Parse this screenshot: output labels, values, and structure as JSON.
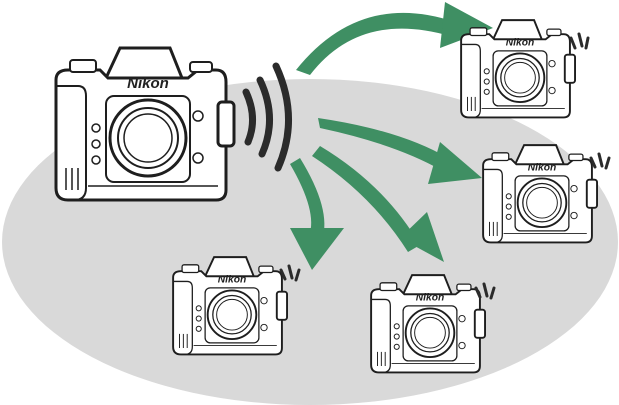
{
  "diagram": {
    "brand": "Nikon",
    "colors": {
      "background_ellipse": "#d9d9d9",
      "arrow": "#3f8f63",
      "camera_body": "#ffffff",
      "camera_outline": "#1e1e1e",
      "signal": "#2b2b2b"
    },
    "master_camera": {
      "label": "master-camera",
      "icon": "camera-icon",
      "signal_icon": "wireless-signal-icon"
    },
    "remote_cameras": [
      {
        "label": "remote-camera-1",
        "icon": "camera-icon",
        "signal_icon": "receive-signal-icon"
      },
      {
        "label": "remote-camera-2",
        "icon": "camera-icon",
        "signal_icon": "receive-signal-icon"
      },
      {
        "label": "remote-camera-3",
        "icon": "camera-icon",
        "signal_icon": "receive-signal-icon"
      },
      {
        "label": "remote-camera-4",
        "icon": "camera-icon",
        "signal_icon": "receive-signal-icon"
      }
    ]
  }
}
